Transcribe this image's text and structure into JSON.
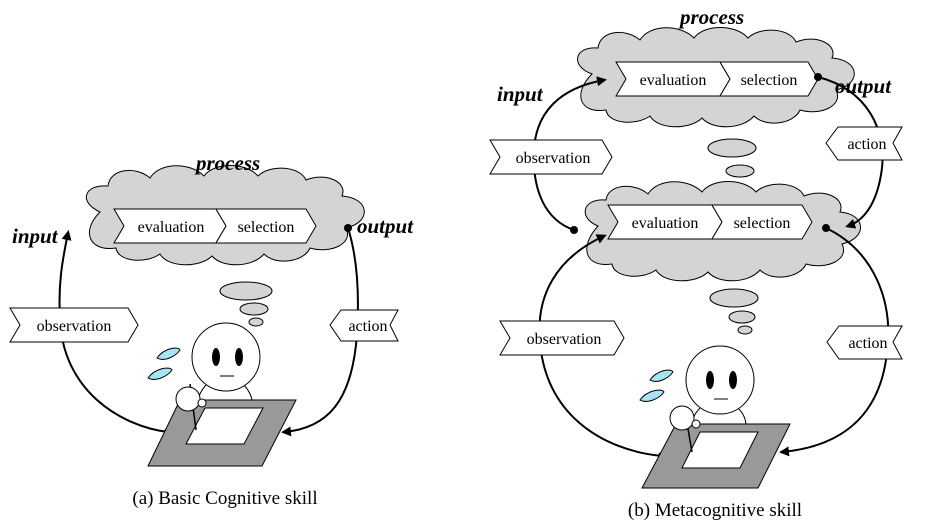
{
  "left": {
    "process": "process",
    "input": "input",
    "output": "output",
    "evaluation": "evaluation",
    "selection": "selection",
    "observation": "observation",
    "action": "action",
    "caption": "(a) Basic Cognitive skill"
  },
  "right": {
    "process": "process",
    "input": "input",
    "output": "output",
    "meta_evaluation": "evaluation",
    "meta_selection": "selection",
    "meta_observation": "observation",
    "meta_action": "action",
    "evaluation": "evaluation",
    "selection": "selection",
    "observation": "observation",
    "action": "action",
    "caption": "(b) Metacognitive skill"
  },
  "colors": {
    "cloud_fill": "#d4d4d4",
    "paper_fill": "#999999",
    "drop_fill": "#a8e4f4"
  }
}
